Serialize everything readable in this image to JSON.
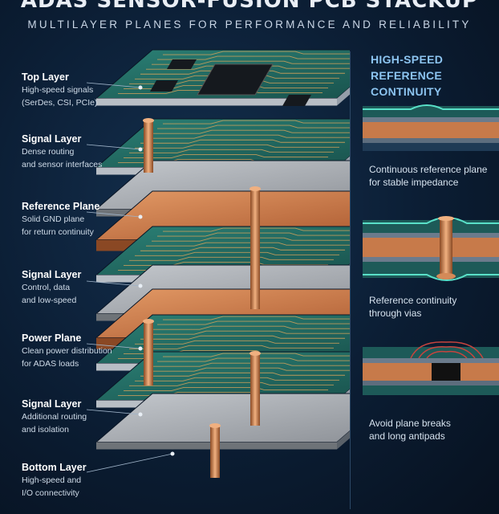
{
  "title": "ADAS SENSOR-FUSION PCB STACKUP",
  "subtitle": "MULTILAYER PLANES FOR PERFORMANCE AND RELIABILITY",
  "layers": [
    {
      "name": "Top Layer",
      "desc": "High-speed signals\n(SerDes, CSI, PCIe)"
    },
    {
      "name": "Signal Layer",
      "desc": "Dense routing\nand sensor interfaces"
    },
    {
      "name": "Reference Plane",
      "desc": "Solid GND plane\nfor return continuity"
    },
    {
      "name": "Signal Layer",
      "desc": "Control, data\nand low-speed"
    },
    {
      "name": "Power Plane",
      "desc": "Clean power distribution\nfor ADAS loads"
    },
    {
      "name": "Signal Layer",
      "desc": "Additional routing\nand isolation"
    },
    {
      "name": "Bottom Layer",
      "desc": "High-speed and\nI/O connectivity"
    }
  ],
  "panel": {
    "title": "HIGH-SPEED REFERENCE\nCONTINUITY",
    "items": [
      {
        "caption": "Continuous reference plane\nfor stable impedance"
      },
      {
        "caption": "Reference continuity\nthrough vias"
      },
      {
        "caption": "Avoid plane breaks\nand long antipads"
      }
    ]
  },
  "colors": {
    "pcb_green": "#1f6b63",
    "copper": "#c77a4a",
    "steel": "#a6aab0",
    "accent_blue": "#8cc4f0"
  }
}
